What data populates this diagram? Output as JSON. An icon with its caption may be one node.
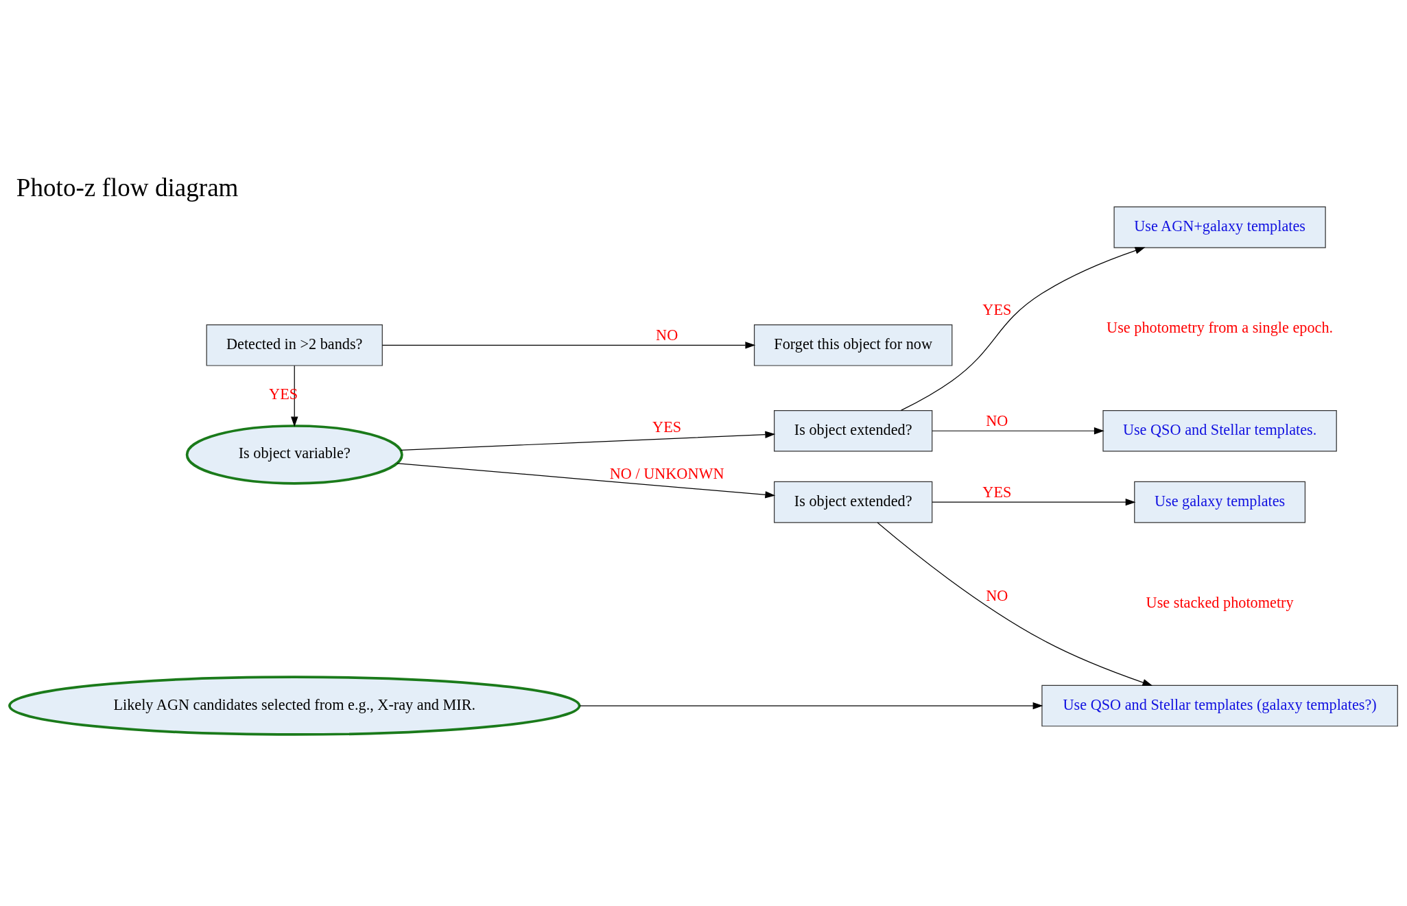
{
  "diagram": {
    "title": "Photo-z flow diagram",
    "nodes": [
      {
        "text": [
          "Detected in >2 bands?"
        ]
      },
      {
        "text": [
          "Forget this object for now"
        ]
      },
      {
        "text": [
          "Is object variable?"
        ]
      },
      {
        "text": [
          "Is object extended?"
        ]
      },
      {
        "text": [
          "Use AGN+galaxy templates"
        ]
      },
      {
        "text": [
          "Use QSO and Stellar templates."
        ]
      },
      {
        "text": [
          "Is object extended?"
        ]
      },
      {
        "text": [
          "Use galaxy templates"
        ]
      },
      {
        "text": [
          "Likely AGN candidates selected from e.g., X-ray and MIR."
        ]
      },
      {
        "text": [
          "Use QSO and Stellar templates (galaxy templates?)"
        ]
      }
    ],
    "edges": [
      {
        "from": 0,
        "to": 1,
        "arrow": "to",
        "label": "NO"
      },
      {
        "from": 0,
        "to": 2,
        "arrow": "to",
        "label": "YES"
      },
      {
        "from": 2,
        "to": 3,
        "arrow": "to",
        "label": "YES"
      },
      {
        "from": 2,
        "to": 6,
        "arrow": "to",
        "label": "NO / UNKONWN"
      },
      {
        "from": 3,
        "to": 4,
        "arrow": "to",
        "label": "YES"
      },
      {
        "from": 3,
        "to": 5,
        "arrow": "to",
        "label": "NO"
      },
      {
        "from": 6,
        "to": 7,
        "arrow": "to",
        "label": "YES"
      },
      {
        "from": 6,
        "to": 9,
        "arrow": "to",
        "label": "NO"
      },
      {
        "from": 8,
        "to": 9,
        "arrow": "to"
      }
    ],
    "labels": [
      "Use photometry from a single epoch.",
      "Use stacked photometry"
    ]
  }
}
